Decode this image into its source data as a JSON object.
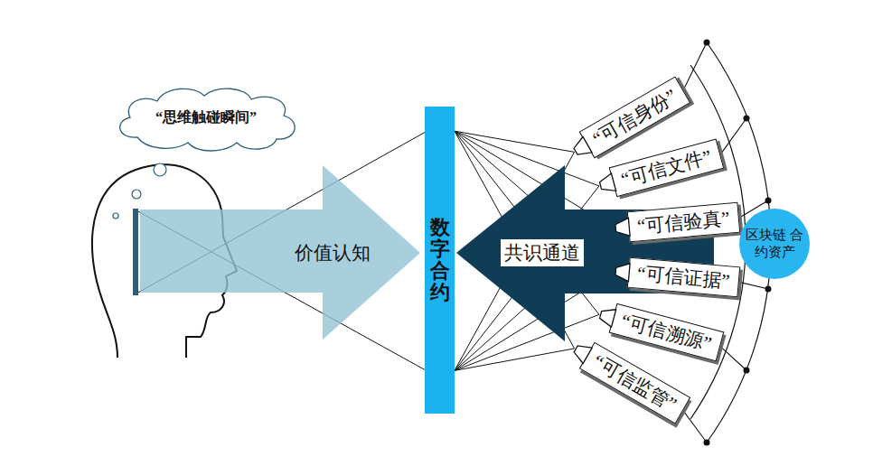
{
  "diagram": {
    "nodes": [
      {
        "text": [
          "“思维触碰瞬间”"
        ]
      },
      {
        "text": [
          "价值认知"
        ]
      },
      {
        "text": [
          "数字合约"
        ]
      },
      {
        "text": [
          "共识通道"
        ]
      },
      {
        "text": [
          "“可信身份”"
        ]
      },
      {
        "text": [
          "“可信文件”"
        ]
      },
      {
        "text": [
          "“可信验真”"
        ]
      },
      {
        "text": [
          "“可信证据”"
        ]
      },
      {
        "text": [
          "“可信溯源”"
        ]
      },
      {
        "text": [
          "“可信监管”"
        ]
      },
      {
        "text": [
          "区块链 合约资产"
        ]
      }
    ],
    "edges": [
      {
        "from": 2,
        "to": 4,
        "arrow": "none"
      },
      {
        "from": 2,
        "to": 5,
        "arrow": "none"
      },
      {
        "from": 2,
        "to": 6,
        "arrow": "none"
      },
      {
        "from": 2,
        "to": 7,
        "arrow": "none"
      },
      {
        "from": 2,
        "to": 8,
        "arrow": "none"
      },
      {
        "from": 2,
        "to": 9,
        "arrow": "none"
      }
    ]
  }
}
